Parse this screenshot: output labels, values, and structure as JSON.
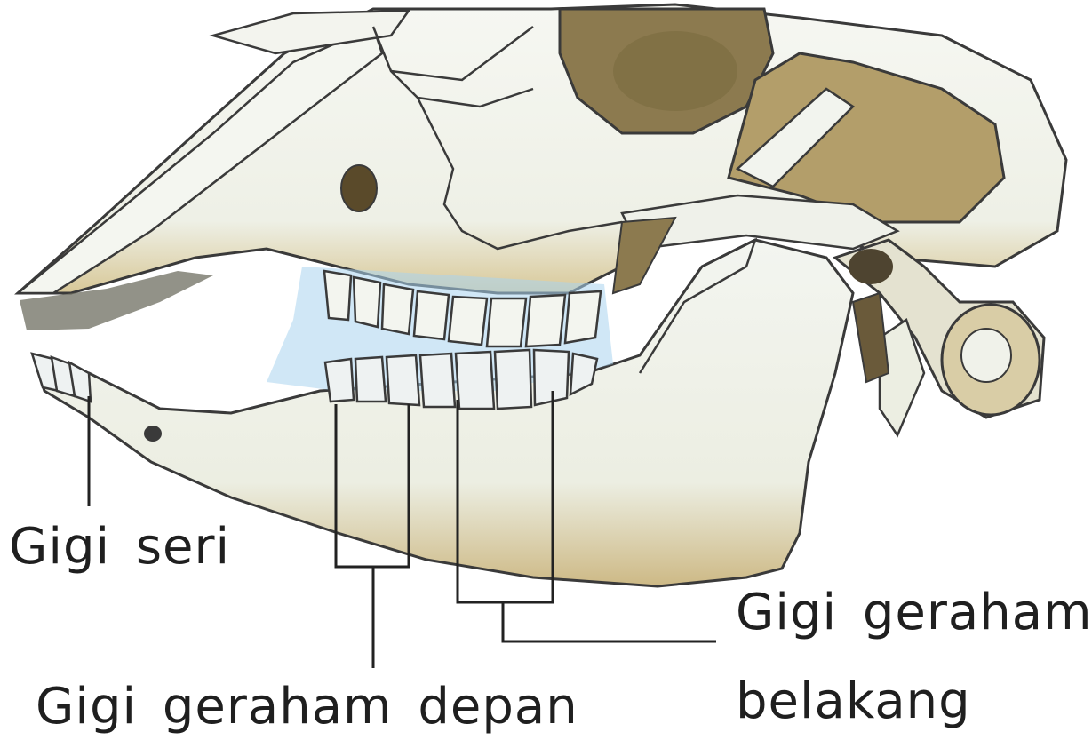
{
  "labels": {
    "incisor": "Gigi seri",
    "premolar": "Gigi geraham depan",
    "molar_line1": "Gigi geraham",
    "molar_line2": "belakang"
  },
  "colors": {
    "bone": "#f2f4ee",
    "bone_shadow": "#c9b98a",
    "outline": "#3a3a3a",
    "cavity": "#8c7a4f",
    "blue_tint": "#a9d3ee",
    "leader_line": "#222222",
    "text": "#1f1f1f"
  }
}
